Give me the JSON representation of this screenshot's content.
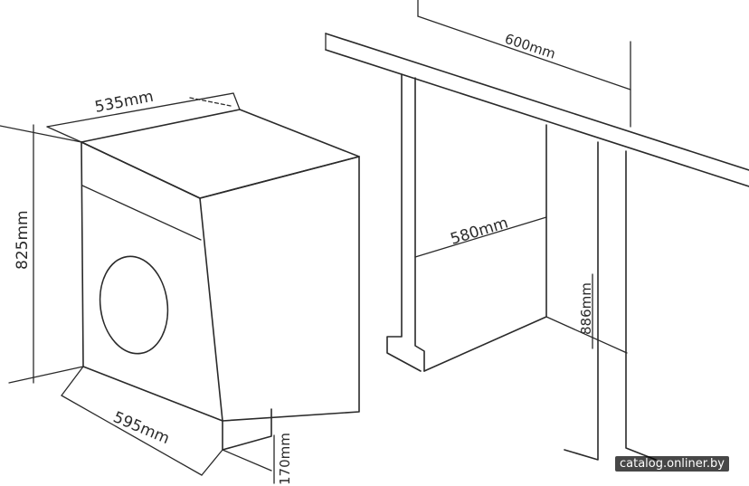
{
  "dimensions": {
    "machine_depth": "535mm",
    "machine_height": "825mm",
    "machine_width": "595mm",
    "plinth_height": "170mm",
    "niche_width": "600mm",
    "niche_depth": "580mm",
    "niche_height": "886mm"
  },
  "watermark": "catalog.onliner.by",
  "colors": {
    "line": "#2a2a2a",
    "background": "#ffffff"
  }
}
